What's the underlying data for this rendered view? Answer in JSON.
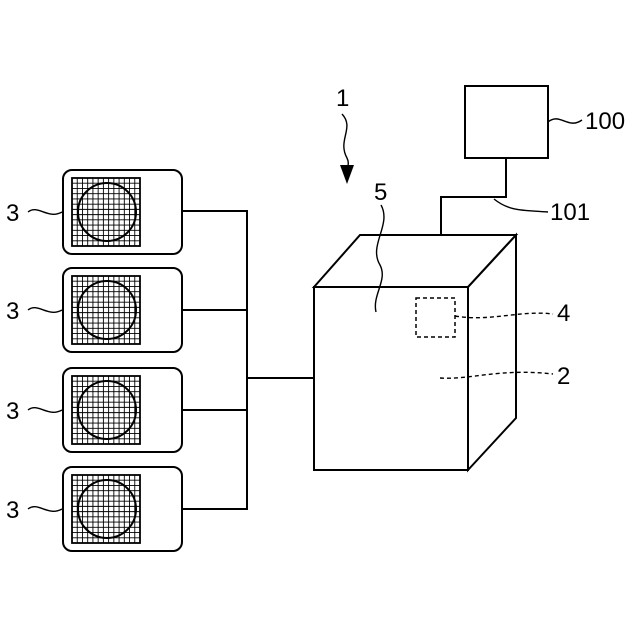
{
  "labels": {
    "system": "1",
    "main_unit": "2",
    "modules": [
      "3",
      "3",
      "3",
      "3"
    ],
    "window": "4",
    "top_face": "5",
    "external_device": "100",
    "cable": "101"
  },
  "colors": {
    "line": "#000000",
    "background": "#ffffff"
  }
}
